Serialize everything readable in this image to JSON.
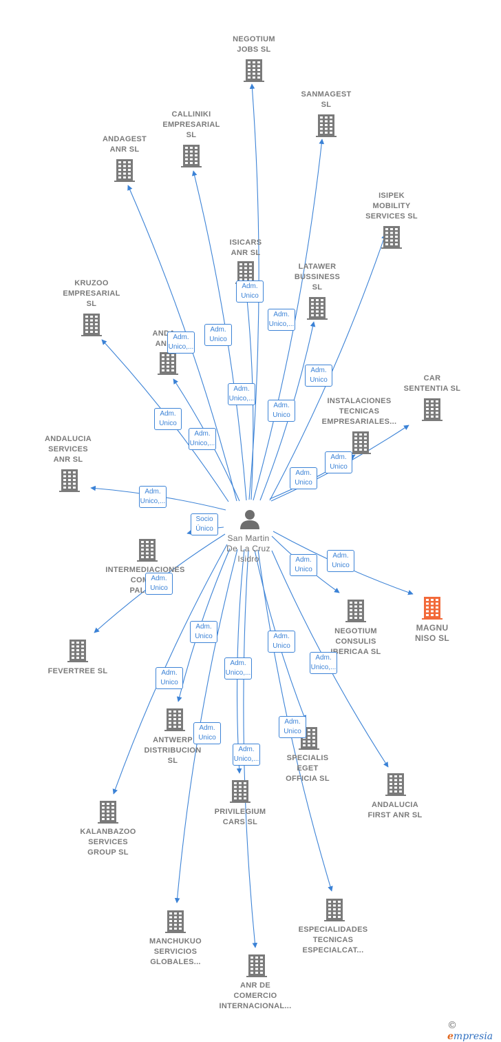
{
  "colors": {
    "edge": "#3b82d6",
    "building": "#7a7a7a",
    "highlight": "#f26a3a",
    "person": "#6e6e6e",
    "label": "#7a7a7a"
  },
  "person": {
    "name": [
      "San Martin",
      "De La Cruz",
      "Isidro"
    ],
    "icon": "person-icon"
  },
  "nodes": [
    {
      "id": "negotium-jobs",
      "label": [
        "NEGOTIUM",
        "JOBS  SL"
      ],
      "icon": "building-icon"
    },
    {
      "id": "sanmagest",
      "label": [
        "SANMAGEST",
        "SL"
      ],
      "icon": "building-icon"
    },
    {
      "id": "calliniki",
      "label": [
        "CALLINIKI",
        "EMPRESARIAL",
        "SL"
      ],
      "icon": "building-icon"
    },
    {
      "id": "andagest",
      "label": [
        "ANDAGEST",
        "ANR  SL"
      ],
      "icon": "building-icon"
    },
    {
      "id": "isipek",
      "label": [
        "ISIPEK",
        "MOBILITY",
        "SERVICES  SL"
      ],
      "icon": "building-icon"
    },
    {
      "id": "isicars",
      "label": [
        "ISICARS",
        "ANR  SL"
      ],
      "icon": "building-icon"
    },
    {
      "id": "latawer",
      "label": [
        "LATAWER",
        "BUSSINESS",
        "SL"
      ],
      "icon": "building-icon"
    },
    {
      "id": "kruzoo",
      "label": [
        "KRUZOO",
        "EMPRESARIAL",
        "SL"
      ],
      "icon": "building-icon"
    },
    {
      "id": "anda-anr",
      "label": [
        "ANDA",
        "ANR"
      ],
      "icon": "building-icon"
    },
    {
      "id": "car-sententia",
      "label": [
        "CAR",
        "SENTENTIA  SL"
      ],
      "icon": "building-icon"
    },
    {
      "id": "instalaciones",
      "label": [
        "INSTALACIONES",
        "TECNICAS",
        "EMPRESARIALES..."
      ],
      "icon": "building-icon"
    },
    {
      "id": "andalucia-services",
      "label": [
        "ANDALUCIA",
        "SERVICES",
        "ANR  SL"
      ],
      "icon": "building-icon"
    },
    {
      "id": "intermediaciones",
      "label": [
        "INTERMEDIACIONES",
        "COMER",
        "PALENT"
      ],
      "icon": "building-icon"
    },
    {
      "id": "magnu-niso",
      "label": [
        "MAGNU",
        "NISO  SL"
      ],
      "icon": "building-icon",
      "highlight": true
    },
    {
      "id": "negotium-consulis",
      "label": [
        "NEGOTIUM",
        "CONSULIS",
        "IBERICAA  SL"
      ],
      "icon": "building-icon"
    },
    {
      "id": "fevertree",
      "label": [
        "FEVERTREE SL"
      ],
      "icon": "building-icon"
    },
    {
      "id": "antwerp",
      "label": [
        "ANTWERP",
        "DISTRIBUCION",
        "SL"
      ],
      "icon": "building-icon"
    },
    {
      "id": "specialis",
      "label": [
        "SPECIALIS",
        "EGET",
        "OFFICIA  SL"
      ],
      "icon": "building-icon"
    },
    {
      "id": "andalucia-first",
      "label": [
        "ANDALUCIA",
        "FIRST ANR  SL"
      ],
      "icon": "building-icon"
    },
    {
      "id": "privilegium",
      "label": [
        "PRIVILEGIUM",
        "CARS  SL"
      ],
      "icon": "building-icon"
    },
    {
      "id": "kalanbazoo",
      "label": [
        "KALANBAZOO",
        "SERVICES",
        "GROUP  SL"
      ],
      "icon": "building-icon"
    },
    {
      "id": "manchukuo",
      "label": [
        "MANCHUKUO",
        "SERVICIOS",
        "GLOBALES..."
      ],
      "icon": "building-icon"
    },
    {
      "id": "especialidades",
      "label": [
        "ESPECIALIDADES",
        "TECNICAS",
        "ESPECIALCAT..."
      ],
      "icon": "building-icon"
    },
    {
      "id": "anr-comercio",
      "label": [
        "ANR DE",
        "COMERCIO",
        "INTERNACIONAL..."
      ],
      "icon": "building-icon"
    }
  ],
  "edges": [
    {
      "to": "negotium-jobs",
      "label": [
        "Adm.",
        "Unico"
      ]
    },
    {
      "to": "sanmagest",
      "label": [
        "Adm.",
        "Unico,..."
      ]
    },
    {
      "to": "calliniki",
      "label": [
        "Adm.",
        "Unico"
      ]
    },
    {
      "to": "andagest",
      "label": [
        "Adm.",
        "Unico,..."
      ]
    },
    {
      "to": "isipek",
      "label": [
        "Adm.",
        "Unico"
      ]
    },
    {
      "to": "isicars",
      "label": [
        "Adm.",
        "Unico,..."
      ]
    },
    {
      "to": "latawer",
      "label": [
        "Adm.",
        "Unico"
      ]
    },
    {
      "to": "kruzoo",
      "label": [
        "Adm.",
        "Unico"
      ]
    },
    {
      "to": "anda-anr",
      "label": [
        "Adm.",
        "Unico,..."
      ]
    },
    {
      "to": "car-sententia",
      "label": [
        "Adm.",
        "Unico"
      ]
    },
    {
      "to": "instalaciones",
      "label": [
        "Adm.",
        "Unico"
      ]
    },
    {
      "to": "andalucia-services",
      "label": [
        "Adm.",
        "Unico,..."
      ]
    },
    {
      "to": "intermediaciones",
      "label": [
        "Socio",
        "Único"
      ]
    },
    {
      "to": "magnu-niso",
      "label": [
        "Adm.",
        "Unico"
      ]
    },
    {
      "to": "negotium-consulis",
      "label": [
        "Adm.",
        "Unico"
      ]
    },
    {
      "to": "fevertree",
      "label": [
        "Adm.",
        "Unico"
      ]
    },
    {
      "to": "antwerp",
      "label": [
        "Adm.",
        "Unico"
      ]
    },
    {
      "to": "kalanbazoo",
      "label": [
        "Adm.",
        "Unico"
      ]
    },
    {
      "to": "manchukuo",
      "label": [
        "Adm.",
        "Unico"
      ]
    },
    {
      "to": "privilegium",
      "label": [
        "Adm.",
        "Unico,..."
      ]
    },
    {
      "to": "anr-comercio",
      "label": [
        "Adm.",
        "Unico,..."
      ]
    },
    {
      "to": "specialis",
      "label": [
        "Adm.",
        "Unico"
      ]
    },
    {
      "to": "especialidades",
      "label": [
        "Adm.",
        "Unico"
      ]
    },
    {
      "to": "andalucia-first",
      "label": [
        "Adm.",
        "Unico,..."
      ]
    }
  ],
  "footer": {
    "copyright": "©",
    "brand": "mpresia",
    "brand_initial": "e"
  }
}
